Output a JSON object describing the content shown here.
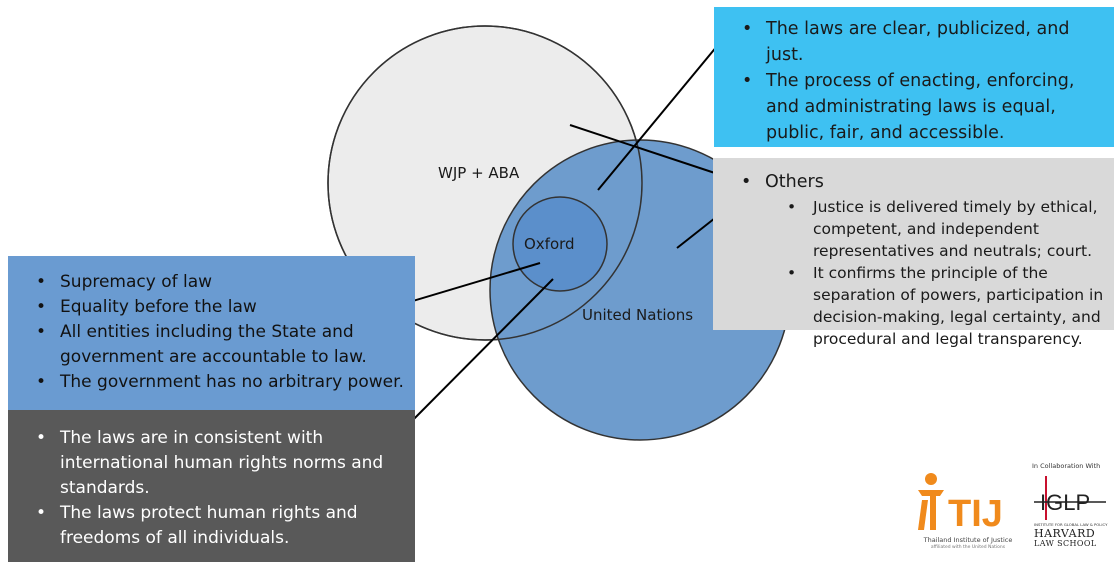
{
  "circles": {
    "wjp_aba": "WJP + ABA",
    "oxford": "Oxford",
    "united_nations": "United Nations"
  },
  "top_right_box": {
    "items": [
      "The laws are clear, publicized, and just.",
      "The process of enacting, enforcing, and administrating laws is equal, public, fair, and accessible."
    ]
  },
  "right_gray_box": {
    "heading": "Others",
    "items": [
      "Justice is delivered timely by ethical, competent, and independent representatives and neutrals; court.",
      "It confirms the principle of the separation of powers, participation in decision-making, legal certainty, and procedural and legal transparency."
    ]
  },
  "left_blue_box": {
    "items": [
      "Supremacy of law",
      "Equality before the law",
      "All entities including the State and government are accountable to law.",
      "The government has no arbitrary power."
    ]
  },
  "left_dark_box": {
    "items": [
      "The laws are in consistent with international human rights norms and standards.",
      "The laws protect human rights and freedoms of all individuals."
    ]
  },
  "logos": {
    "tij": {
      "mark": "TIJ",
      "name": "Thailand Institute of Justice",
      "tagline": "affiliated with the United Nations"
    },
    "glp": {
      "collab": "In Collaboration With",
      "mark": "IGLP",
      "subtitle": "INSTITUTE FOR GLOBAL LAW & POLICY",
      "school_line1": "HARVARD",
      "school_line2": "LAW SCHOOL"
    }
  },
  "colors": {
    "cyan_box": "#3ec1f2",
    "gray_box": "#d9d9d9",
    "blue_box": "#6a9bd1",
    "dark_box": "#595959",
    "un_circle": "#6e9ccd",
    "oxford_circle": "#5b8fcb",
    "wjp_circle": "#ececec",
    "tij_orange": "#f08a1c",
    "glp_red": "#c8102e"
  }
}
